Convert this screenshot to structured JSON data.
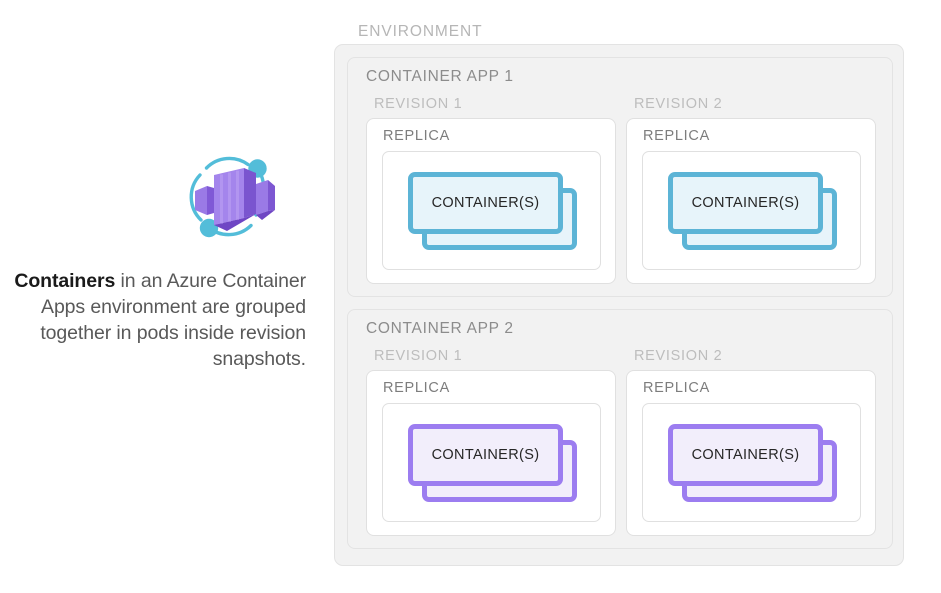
{
  "caption": {
    "strong": "Containers",
    "rest": " in an Azure Container Apps environment are grouped together in pods inside revision snapshots."
  },
  "logo": {
    "name": "azure-container-apps-logo",
    "box_colors": [
      "#8b6ddb",
      "#a285e8",
      "#7a55cf",
      "#6f46c4"
    ],
    "orbit_color": "#53bdd9"
  },
  "environment": {
    "label": "ENVIRONMENT",
    "label_color": "#b6b6b6",
    "background": "#f2f2f2",
    "border": "#e3e3e3",
    "apps": [
      {
        "label": "CONTAINER APP 1",
        "theme": "cyan",
        "accent": "#5cb4d6",
        "fill": "#e7f4fa",
        "revisions": [
          {
            "label": "REVISION 1",
            "replica": {
              "label": "REPLICA",
              "container_label": "CONTAINER(S)"
            }
          },
          {
            "label": "REVISION 2",
            "replica": {
              "label": "REPLICA",
              "container_label": "CONTAINER(S)"
            }
          }
        ]
      },
      {
        "label": "CONTAINER APP 2",
        "theme": "purple",
        "accent": "#9c7df0",
        "fill": "#f2eefb",
        "revisions": [
          {
            "label": "REVISION 1",
            "replica": {
              "label": "REPLICA",
              "container_label": "CONTAINER(S)"
            }
          },
          {
            "label": "REVISION 2",
            "replica": {
              "label": "REPLICA",
              "container_label": "CONTAINER(S)"
            }
          }
        ]
      }
    ]
  }
}
